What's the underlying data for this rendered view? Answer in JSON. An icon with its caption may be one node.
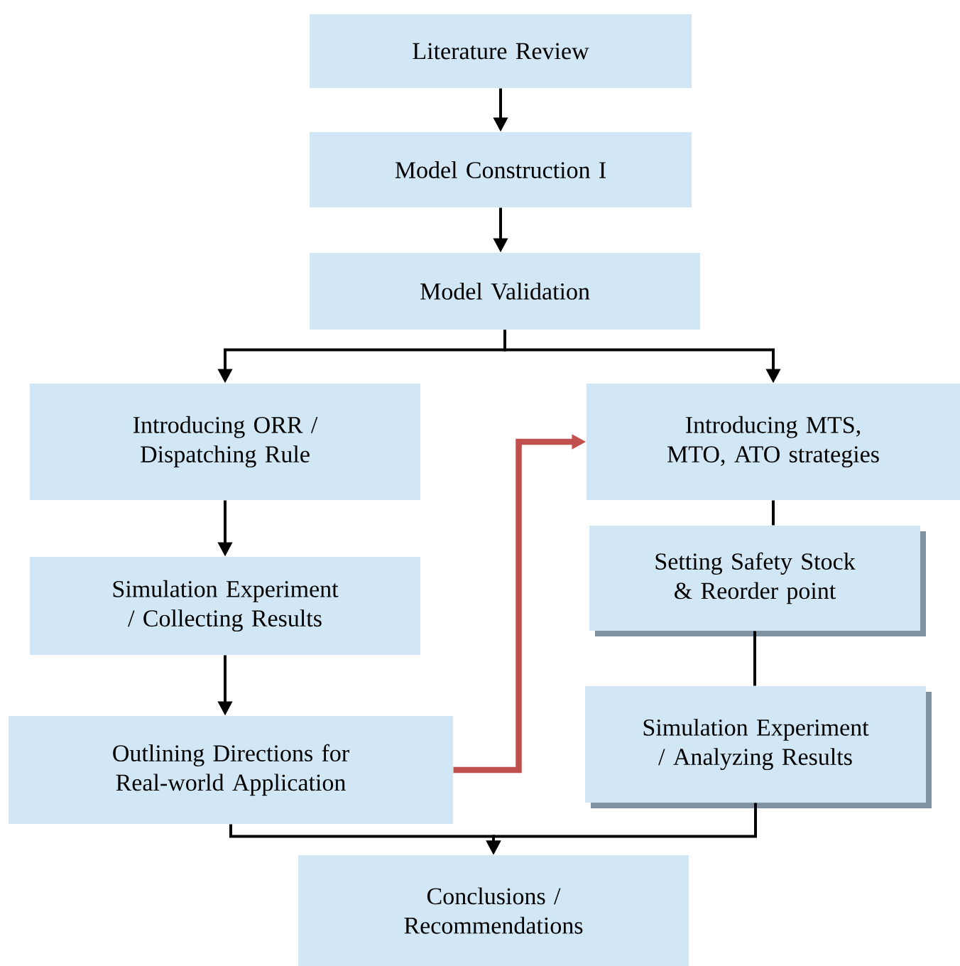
{
  "diagram": {
    "nodes": [
      {
        "text": [
          "Literature Review"
        ]
      },
      {
        "text": [
          "Model Construction I"
        ]
      },
      {
        "text": [
          "Model Validation"
        ]
      },
      {
        "text": [
          "Introducing ORR / Dispatching Rule"
        ]
      },
      {
        "text": [
          "Simulation Experiment / Collecting Results"
        ]
      },
      {
        "text": [
          "Outlining Directions for Real-world Application"
        ]
      },
      {
        "text": [
          "Introducing MTS, MTO, ATO strategies"
        ]
      },
      {
        "text": [
          "Setting Safety Stock & Reorder point"
        ]
      },
      {
        "text": [
          "Simulation Experiment / Analyzing Results"
        ]
      },
      {
        "text": [
          "Conclusions / Recommendations"
        ]
      }
    ],
    "edges": [
      {
        "from": 0,
        "to": 1,
        "arrow": "to"
      },
      {
        "from": 1,
        "to": 2,
        "arrow": "to"
      },
      {
        "from": 2,
        "to": 3,
        "arrow": "to"
      },
      {
        "from": 2,
        "to": 6,
        "arrow": "to"
      },
      {
        "from": 3,
        "to": 4,
        "arrow": "to"
      },
      {
        "from": 4,
        "to": 5,
        "arrow": "to"
      },
      {
        "from": 5,
        "to": 6,
        "arrow": "to",
        "style": "thick",
        "color": "#c0504d"
      },
      {
        "from": 6,
        "to": 7,
        "arrow": "none"
      },
      {
        "from": 7,
        "to": 8,
        "arrow": "none"
      },
      {
        "from": 5,
        "to": 9,
        "arrow": "to"
      },
      {
        "from": 8,
        "to": 9,
        "arrow": "to"
      }
    ]
  }
}
